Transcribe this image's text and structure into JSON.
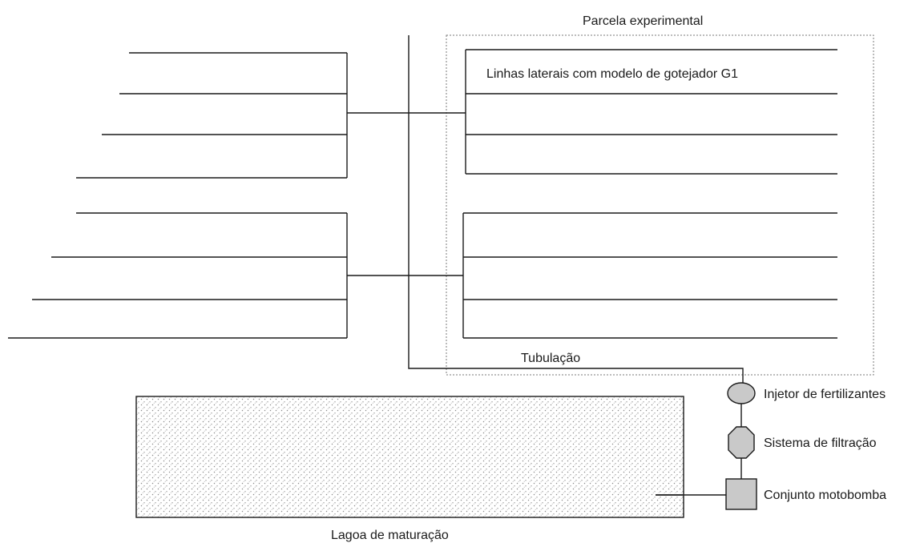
{
  "labels": {
    "plot": "Parcela experimental",
    "laterals": "Linhas laterais com modelo de gotejador G1",
    "pipe": "Tubulação",
    "injector": "Injetor de fertilizantes",
    "filter": "Sistema de filtração",
    "pump": "Conjunto motobomba",
    "pond": "Lagoa de maturação"
  },
  "colors": {
    "line": "#1a1a1a",
    "component_fill": "#c9c9c9",
    "pond_dot": "#8a8a8a",
    "plot_border": "#7a7a7a"
  }
}
